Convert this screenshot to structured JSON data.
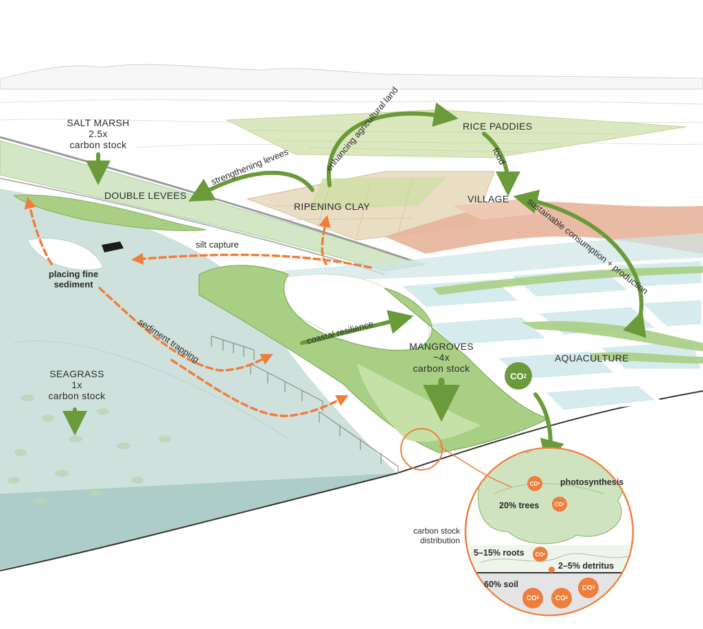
{
  "labels": {
    "salt_marsh": "SALT MARSH",
    "salt_marsh_factor": "2.5x",
    "salt_marsh_unit": "carbon stock",
    "double_levees": "DOUBLE  LEVEES",
    "ripening_clay": "RIPENING CLAY",
    "rice_paddies": "RICE PADDIES",
    "village": "VILLAGE",
    "mangroves": "MANGROVES",
    "mangroves_factor": "~4x",
    "mangroves_unit": "carbon stock",
    "aquaculture": "AQUACULTURE",
    "seagrass": "SEAGRASS",
    "seagrass_factor": "1x",
    "seagrass_unit": "carbon stock",
    "placing_sediment_1": "placing fine",
    "placing_sediment_2": "sediment"
  },
  "flows": {
    "strengthening_levees": "strengthening levees",
    "enhancing_agricultural_land": "enhancing agricultural land",
    "food": "food",
    "sustainable_consumption": "sustainable consumption + production",
    "silt_capture": "silt capture",
    "sediment_trapping": "sediment trapping",
    "coastal_resilience": "coastal resilience"
  },
  "inset": {
    "photosynthesis": "photosynthesis",
    "trees": "20% trees",
    "roots": "5–15% roots",
    "detritus": "2–5% detritus",
    "soil": "60% soil",
    "caption_1": "carbon stock",
    "caption_2": "distribution",
    "co2_symbol": "CO",
    "co2_sub": "2"
  },
  "colors": {
    "green_arrow": "#6a9a3a",
    "orange_arrow": "#ef7d3c",
    "sea": "#cfe1dc",
    "pond": "#d7ecef",
    "vegetation": "#a9cf84",
    "village_roofs": "#e6a98c"
  }
}
